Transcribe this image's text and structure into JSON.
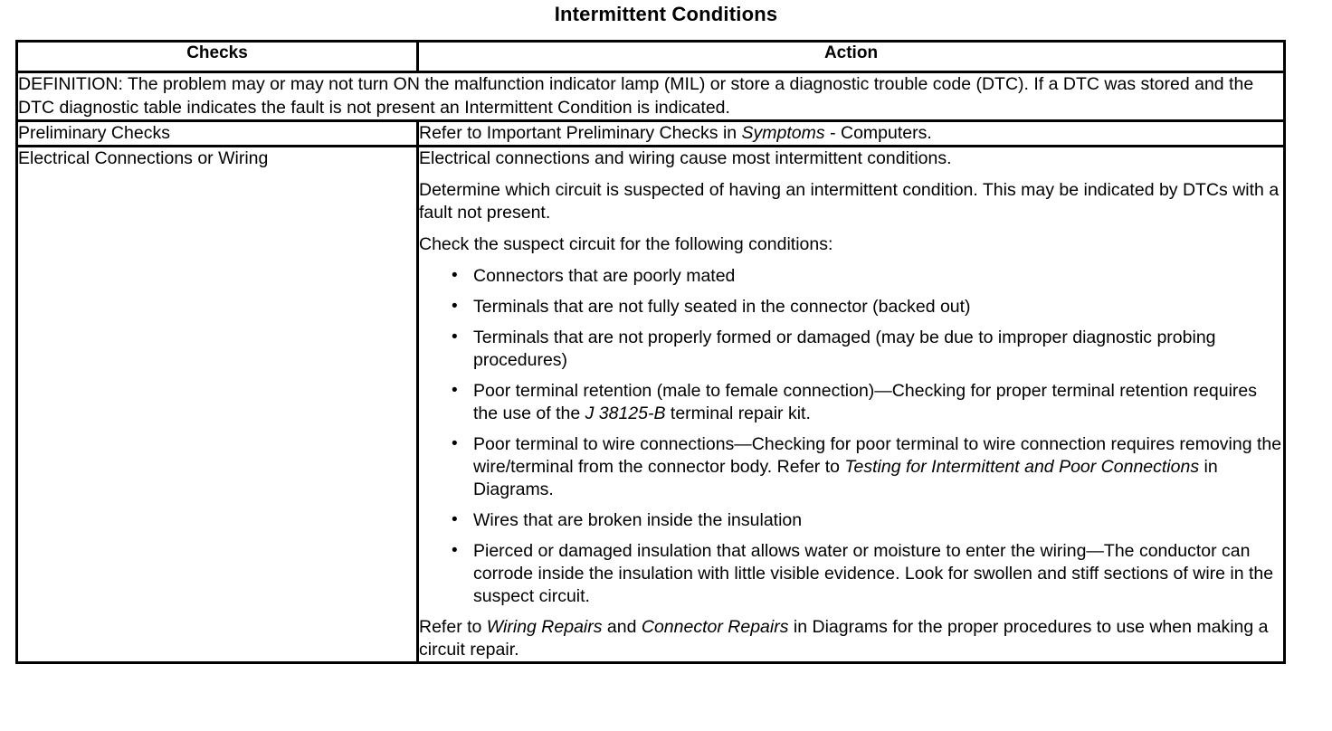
{
  "document": {
    "title": "Intermittent Conditions"
  },
  "table": {
    "headers": {
      "checks": "Checks",
      "action": "Action"
    },
    "definition_row": {
      "text": "DEFINITION: The problem may or may not turn ON the malfunction indicator lamp (MIL) or store a diagnostic trouble code (DTC). If a DTC was stored and the DTC diagnostic table indicates the fault is not present an Intermittent Condition is indicated."
    },
    "rows": [
      {
        "check": "Preliminary Checks",
        "action_prefix": "Refer to Important Preliminary Checks in ",
        "action_italic": "Symptoms",
        "action_suffix": " - Computers."
      },
      {
        "check": "Electrical Connections or Wiring",
        "paragraph_1": "Electrical connections and wiring cause most intermittent conditions.",
        "paragraph_2": "Determine which circuit is suspected of having an intermittent condition. This may be indicated by DTCs with a fault not present.",
        "paragraph_3": "Check the suspect circuit for the following conditions:",
        "bullets": [
          {
            "text": "Connectors that are poorly mated"
          },
          {
            "text": "Terminals that are not fully seated in the connector (backed out)"
          },
          {
            "text": "Terminals that are not properly formed or damaged (may be due to improper diagnostic probing procedures)"
          },
          {
            "prefix": "Poor terminal retention (male to female connection)—Checking for proper terminal retention requires the use of the ",
            "italic": "J 38125-B",
            "suffix": " terminal repair kit."
          },
          {
            "prefix": "Poor terminal to wire connections—Checking for poor terminal to wire connection requires removing the wire/terminal from the connector body. Refer to ",
            "italic": "Testing for Intermittent and Poor Connections",
            "suffix": " in Diagrams."
          },
          {
            "text": "Wires that are broken inside the insulation"
          },
          {
            "text": "Pierced or damaged insulation that allows water or moisture to enter the wiring—The conductor can corrode inside the insulation with little visible evidence. Look for swollen and stiff sections of wire in the suspect circuit."
          }
        ],
        "closing_prefix": "Refer to ",
        "closing_italic_1": "Wiring Repairs",
        "closing_mid": " and ",
        "closing_italic_2": "Connector Repairs",
        "closing_suffix": " in Diagrams for the proper procedures to use when making a circuit repair."
      }
    ]
  }
}
